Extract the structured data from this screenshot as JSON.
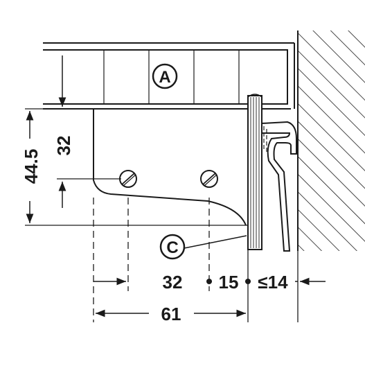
{
  "callouts": {
    "a": "A",
    "c": "C"
  },
  "dimensions": {
    "height_total": "44.5",
    "height_inner": "32",
    "width_total": "61",
    "offset_32": "32",
    "offset_15": "15",
    "gap_le_14": "≤14"
  },
  "colors": {
    "line": "#1a1a1a",
    "background": "#ffffff"
  }
}
